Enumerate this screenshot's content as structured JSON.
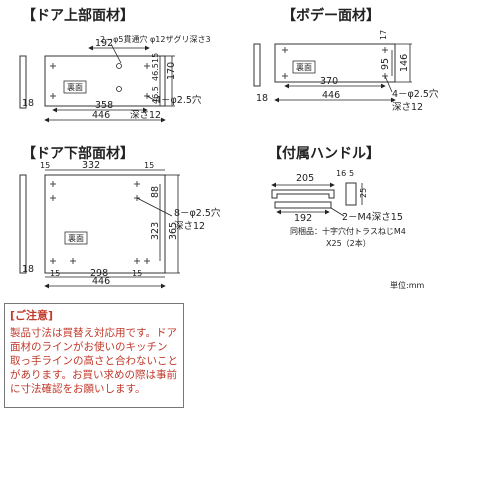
{
  "top_panel": {
    "title": "【ドア上部面材】",
    "hole_note": "2－φ5貫通穴 φ12ザグリ深さ3",
    "dim_192": "192",
    "dim_15": "15",
    "dim_170": "170",
    "dim_46_5a": "46.5",
    "dim_46_5b": "46.5",
    "label_back": "裏面",
    "dim_358": "358",
    "dim_446": "446",
    "dim_18": "18",
    "hole_spec": "4－φ2.5穴",
    "depth_spec": "深さ12"
  },
  "body_panel": {
    "title": "【ボデー面材】",
    "dim_17": "17",
    "dim_95": "95",
    "dim_146": "146",
    "label_back": "裏面",
    "dim_370": "370",
    "dim_446": "446",
    "dim_18": "18",
    "hole_spec": "4－φ2.5穴",
    "depth_spec": "深さ12"
  },
  "bottom_panel": {
    "title": "【ドア下部面材】",
    "dim_15a": "15",
    "dim_332": "332",
    "dim_15b": "15",
    "dim_88": "88",
    "dim_323": "323",
    "dim_365": "365",
    "label_back": "裏面",
    "dim_15c": "15",
    "dim_298": "298",
    "dim_15d": "15",
    "dim_446": "446",
    "dim_18": "18",
    "hole_spec": "8－φ2.5穴",
    "depth_spec": "深さ12"
  },
  "handle": {
    "title": "【付属ハンドル】",
    "dim_205": "205",
    "dim_192": "192",
    "dim_16": "16",
    "dim_5": "5",
    "dim_25": "25",
    "thread_spec": "2－M4深さ15",
    "accessory_line1": "同梱品：十字穴付トラスねじM4",
    "accessory_line2": "X25（2本）"
  },
  "unit_label": "単位:mm",
  "notes": {
    "title": "[ご注意]",
    "body": "製品寸法は買替え対応用です。ドア\n面材のラインがお使いのキッチン\n取っ手ラインの高さと合わないこと\nがあります。お買い求めの際は事前\nに寸法確認をお願いします。"
  }
}
